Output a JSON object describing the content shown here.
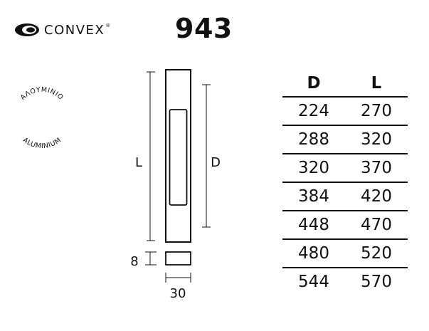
{
  "brand": {
    "name": "CONVEX",
    "registered_mark": "®"
  },
  "model": "943",
  "material_seal": {
    "top_text": "ΑΛΟΥΜΙΝΙΟ",
    "bottom_text": "ALUMINIUM"
  },
  "drawing": {
    "length_label": "L",
    "distance_label": "D",
    "depth_label": "8",
    "width_label": "30"
  },
  "table": {
    "headers": [
      "D",
      "L"
    ],
    "rows": [
      [
        "224",
        "270"
      ],
      [
        "288",
        "320"
      ],
      [
        "320",
        "370"
      ],
      [
        "384",
        "420"
      ],
      [
        "448",
        "470"
      ],
      [
        "480",
        "520"
      ],
      [
        "544",
        "570"
      ]
    ]
  }
}
